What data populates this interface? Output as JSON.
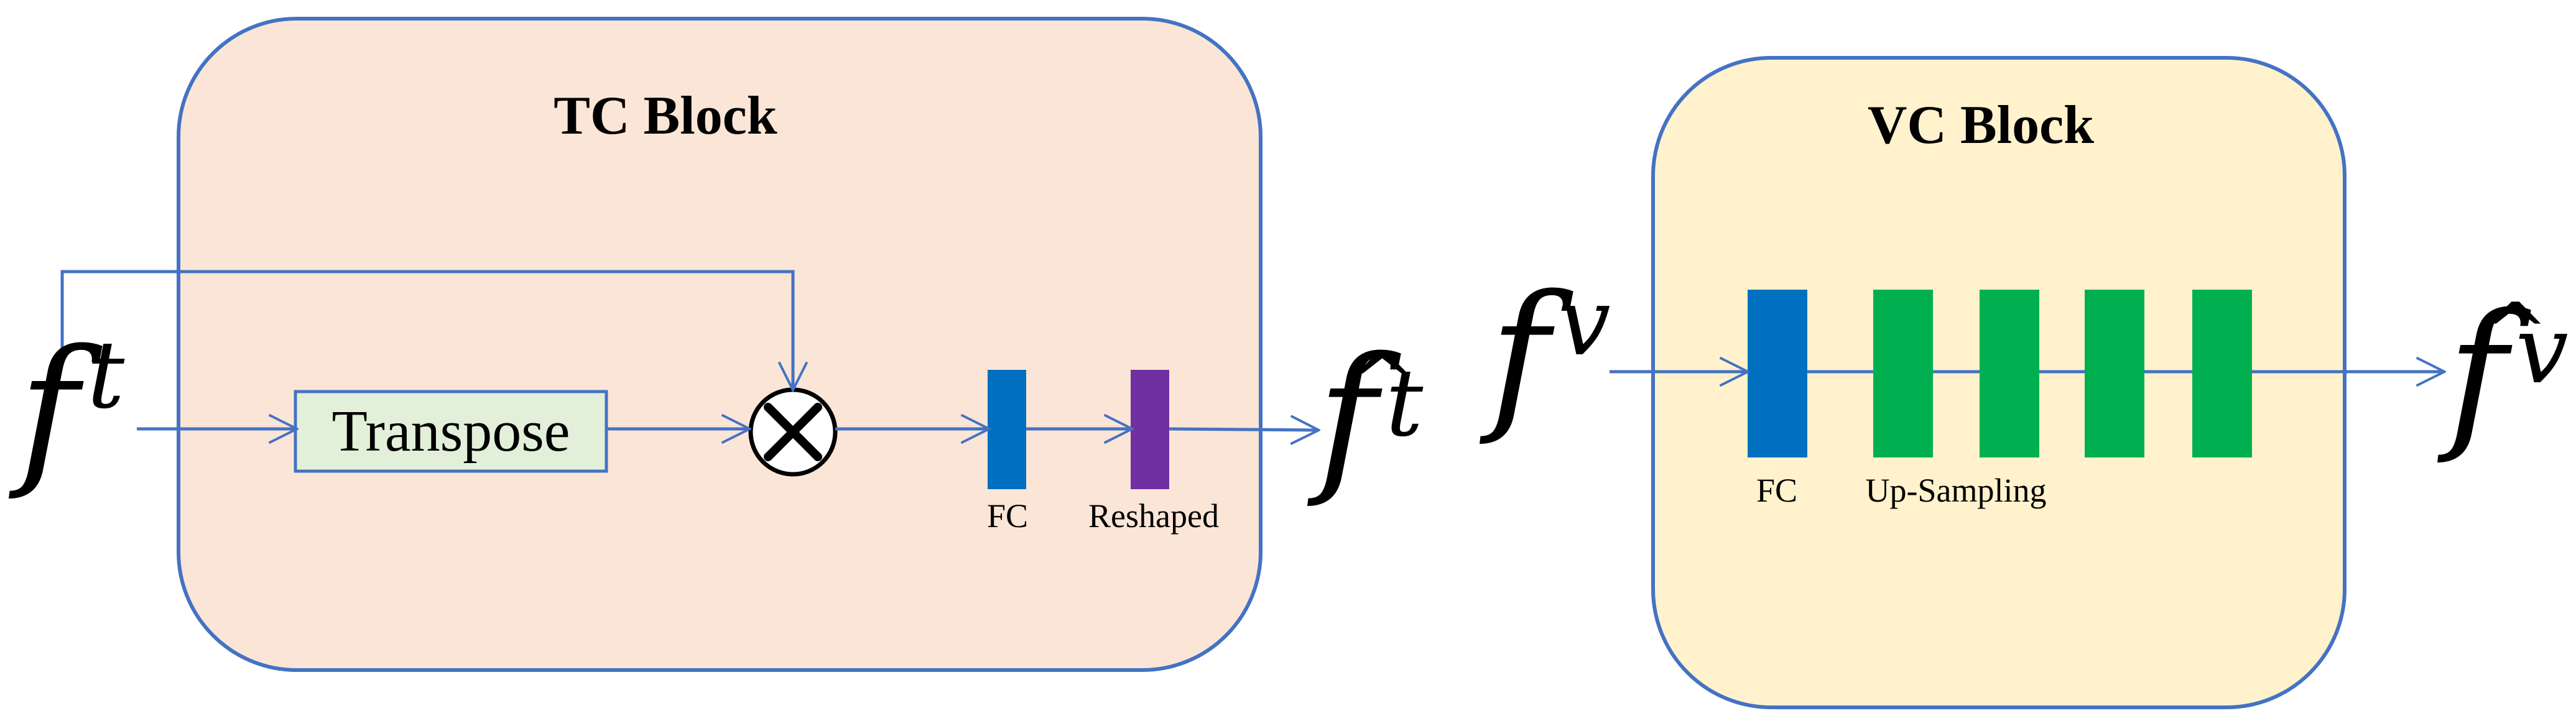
{
  "tc_block": {
    "title": "TC Block",
    "transpose_label": "Transpose",
    "fc_label": "FC",
    "reshaped_label": "Reshaped",
    "multiply_symbol": "×"
  },
  "vc_block": {
    "title": "VC Block",
    "fc_label": "FC",
    "upsampling_label": "Up-Sampling"
  },
  "symbols": {
    "input_t_base": "f",
    "input_t_sup": "t",
    "output_t_base": "f",
    "output_t_sup": "t",
    "input_v_base": "f",
    "input_v_sup": "v",
    "output_v_base": "f",
    "output_v_sup": "v",
    "hat": "^"
  },
  "colors": {
    "tc_block_fill": "#FBE5D6",
    "vc_block_fill": "#FFF2CC",
    "block_border": "#4472C4",
    "arrow": "#4472C4",
    "transpose_fill": "#E2F0D9",
    "fc_blue": "#0070C0",
    "reshaped_purple": "#7030A0",
    "upsampling_green": "#00B050"
  }
}
